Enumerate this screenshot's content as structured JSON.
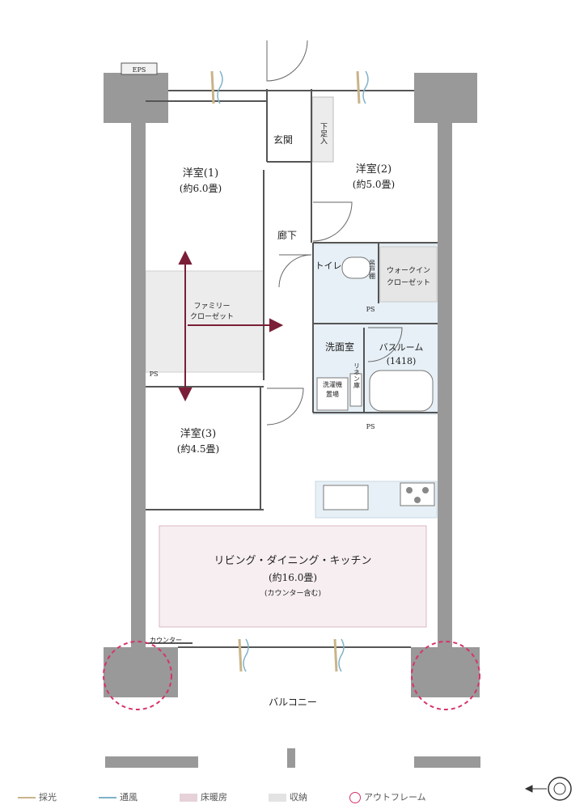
{
  "plan": {
    "rooms": {
      "western1": {
        "name": "洋室(1)",
        "size": "(約6.0畳)"
      },
      "western2": {
        "name": "洋室(2)",
        "size": "(約5.0畳)"
      },
      "western3": {
        "name": "洋室(3)",
        "size": "(約4.5畳)"
      },
      "entrance": "玄関",
      "shoe": "下足入",
      "hallway": "廊下",
      "toilet": "トイレ",
      "cabinet": "吊戸棚",
      "walkin": [
        "ウォークイン",
        "クローゼット"
      ],
      "family": [
        "ファミリー",
        "クローゼット"
      ],
      "washroom": "洗面室",
      "bathroom": {
        "name": "バスルーム",
        "size": "(1418)"
      },
      "laundry": [
        "洗濯機",
        "置場"
      ],
      "linen": "リネン庫",
      "ldk": {
        "name": "リビング・ダイニング・キッチン",
        "size": "(約16.0畳)",
        "note": "(カウンター含む)"
      },
      "counter": "カウンター",
      "balcony": "バルコニー",
      "eps": "EPS",
      "ps": "PS"
    }
  },
  "legend": {
    "items": [
      {
        "label": "採光",
        "color": "#c9b489"
      },
      {
        "label": "通風",
        "color": "#7fb2c9"
      },
      {
        "label": "床暖房",
        "color": "#e6d2d8"
      },
      {
        "label": "収納",
        "color": "#e3e3e3"
      },
      {
        "label": "アウトフレーム",
        "color": "#d6336c"
      }
    ]
  },
  "colors": {
    "wall": "#999999",
    "storage": "#e6e6e6",
    "water": "#e7f0f6",
    "floorheat": "#f7eef1",
    "arrow": "#7a1f37",
    "outframe": "#d6336c"
  }
}
